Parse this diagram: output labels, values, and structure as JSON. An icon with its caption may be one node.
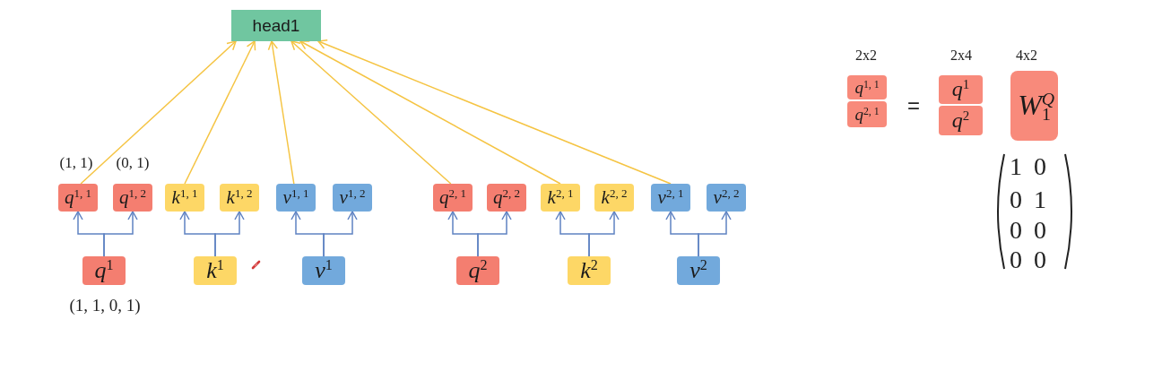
{
  "diagram": {
    "nodes": [
      {
        "text": [
          "head1"
        ]
      },
      {
        "text": [
          "*q*$^{1, 1}$"
        ],
        "beside": [
          "(1, 1)"
        ]
      },
      {
        "text": [
          "*q*$^{1, 2}$"
        ],
        "beside": [
          "(0, 1)"
        ]
      },
      {
        "text": [
          "*k*$^{1, 1}$"
        ]
      },
      {
        "text": [
          "*k*$^{1, 2}$"
        ]
      },
      {
        "text": [
          "*v*$^{1, 1}$"
        ]
      },
      {
        "text": [
          "*v*$^{1, 2}$"
        ]
      },
      {
        "text": [
          "*q*$^{2, 1}$"
        ]
      },
      {
        "text": [
          "*q*$^{2, 2}$"
        ]
      },
      {
        "text": [
          "*k*$^{2, 1}$"
        ]
      },
      {
        "text": [
          "*k*$^{2, 2}$"
        ]
      },
      {
        "text": [
          "*v*$^{2, 1}$"
        ]
      },
      {
        "text": [
          "*v*$^{2, 2}$"
        ]
      },
      {
        "text": [
          "*q*$^{1}$"
        ],
        "beside": [
          "(1, 1, 0, 1)"
        ]
      },
      {
        "text": [
          "*k*$^{1}$"
        ]
      },
      {
        "text": [
          "*v*$^{1}$"
        ]
      },
      {
        "text": [
          "*q*$^{2}$"
        ]
      },
      {
        "text": [
          "*k*$^{2}$"
        ]
      },
      {
        "text": [
          "*v*$^{2}$"
        ]
      },
      {
        "text": [
          "*q*$^{1, 1}$"
        ]
      },
      {
        "text": [
          "*q*$^{2, 1}$"
        ]
      },
      {
        "text": [
          "*q*$^{1}$"
        ]
      },
      {
        "text": [
          "*q*$^{2}$"
        ]
      },
      {
        "text": [
          "*W*$^{Q}$$_{1}$"
        ]
      }
    ],
    "edges": [
      {
        "from": 1,
        "to": 0,
        "arrow": "to",
        "color": "#f5c443"
      },
      {
        "from": 3,
        "to": 0,
        "arrow": "to",
        "color": "#f5c443"
      },
      {
        "from": 5,
        "to": 0,
        "arrow": "to",
        "color": "#f5c443"
      },
      {
        "from": 7,
        "to": 0,
        "arrow": "to",
        "color": "#f5c443"
      },
      {
        "from": 9,
        "to": 0,
        "arrow": "to",
        "color": "#f5c443"
      },
      {
        "from": 11,
        "to": 0,
        "arrow": "to",
        "color": "#f5c443"
      },
      {
        "from": 13,
        "to": 1,
        "arrow": "to"
      },
      {
        "from": 13,
        "to": 2,
        "arrow": "to"
      },
      {
        "from": 14,
        "to": 3,
        "arrow": "to"
      },
      {
        "from": 14,
        "to": 4,
        "arrow": "to"
      },
      {
        "from": 15,
        "to": 5,
        "arrow": "to"
      },
      {
        "from": 15,
        "to": 6,
        "arrow": "to"
      },
      {
        "from": 16,
        "to": 7,
        "arrow": "to"
      },
      {
        "from": 16,
        "to": 8,
        "arrow": "to"
      },
      {
        "from": 17,
        "to": 9,
        "arrow": "to"
      },
      {
        "from": 17,
        "to": 10,
        "arrow": "to"
      },
      {
        "from": 18,
        "to": 11,
        "arrow": "to"
      },
      {
        "from": 18,
        "to": 12,
        "arrow": "to"
      }
    ],
    "labels": [
      "2x2",
      "2x4",
      "4x2",
      "=",
      "1",
      "0",
      "0",
      "1",
      "0",
      "0",
      "0",
      "0"
    ]
  }
}
